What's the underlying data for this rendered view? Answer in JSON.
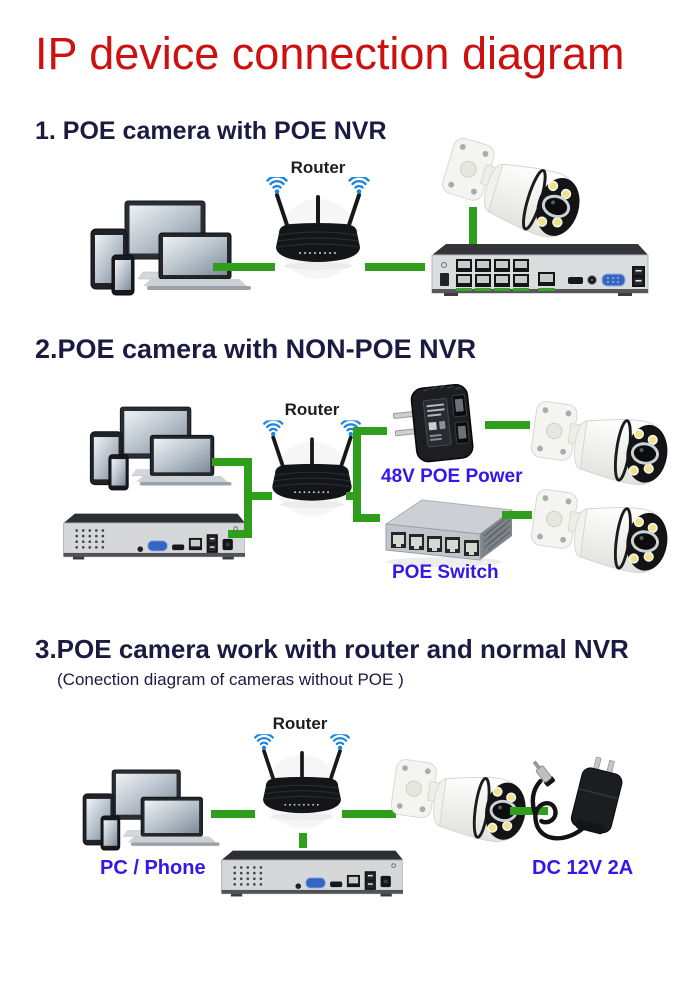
{
  "title": "IP device connection diagram",
  "colors": {
    "title_red": "#cc1111",
    "heading_navy": "#1b1b42",
    "label_blue": "#3417ea",
    "cable_green": "#2f9e1d",
    "wifi_blue": "#1e84dc"
  },
  "sections": [
    {
      "heading": "1. POE camera with POE NVR",
      "router_label": "Router"
    },
    {
      "heading": "2.POE camera with NON-POE NVR",
      "router_label": "Router",
      "poe_injector_label": "48V POE Power",
      "poe_switch_label": "POE Switch"
    },
    {
      "heading": "3.POE camera work with router and normal NVR",
      "subheading": "(Conection diagram of cameras without POE )",
      "router_label": "Router",
      "pc_phone_label": "PC / Phone",
      "dc_power_label": "DC 12V 2A"
    }
  ]
}
